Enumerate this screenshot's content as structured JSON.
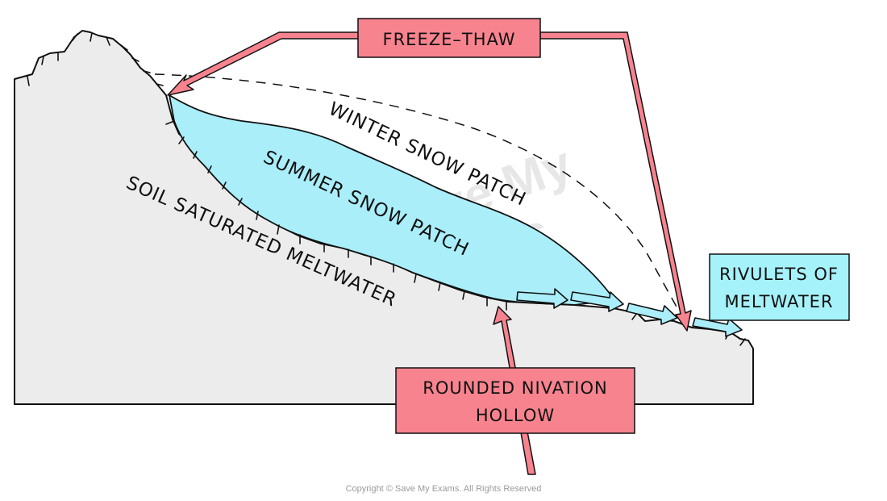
{
  "labels": {
    "freeze_thaw": "FREEZE–THAW",
    "winter_snow_patch": "WINTER SNOW PATCH",
    "summer_snow_patch": "SUMMER SNOW PATCH",
    "soil_saturated": "SOIL SATURATED MELTWATER",
    "rivulets_line1": "RIVULETS OF",
    "rivulets_line2": "MELTWATER",
    "hollow_line1": "ROUNDED NIVATION",
    "hollow_line2": "HOLLOW"
  },
  "watermark": {
    "line1": "Save My",
    "line2": "Exams"
  },
  "copyright": "Copyright © Save My Exams. All Rights Reserved",
  "colors": {
    "ground_fill": "#ececec",
    "snow_fill": "#aaeefa",
    "label_red": "#f7838f",
    "label_cyan": "#a6f2fa",
    "outline": "#111111"
  }
}
